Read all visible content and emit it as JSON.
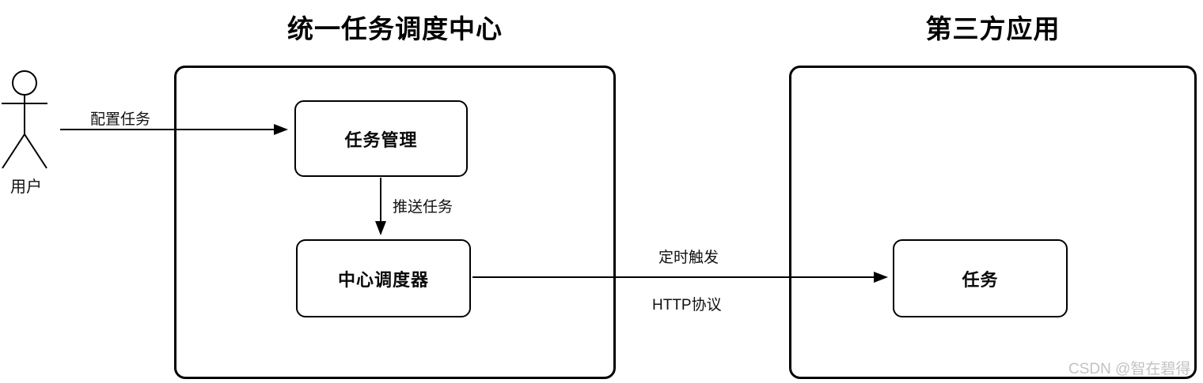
{
  "diagram": {
    "left_section": {
      "title": "统一任务调度中心"
    },
    "right_section": {
      "title": "第三方应用"
    },
    "actor": {
      "label": "用户"
    },
    "nodes": {
      "task_management": {
        "label": "任务管理"
      },
      "central_scheduler": {
        "label": "中心调度器"
      },
      "task": {
        "label": "任务"
      }
    },
    "edges": {
      "configure_task": {
        "label": "配置任务"
      },
      "push_task": {
        "label": "推送任务"
      },
      "timed_trigger": {
        "label": "定时触发"
      },
      "http_protocol": {
        "label": "HTTP协议"
      }
    },
    "colors": {
      "stroke": "#000000",
      "node_background": "#ffffff",
      "watermark_text": "#c2c2c2"
    }
  },
  "watermark": {
    "text": "CSDN @智在碧得"
  }
}
